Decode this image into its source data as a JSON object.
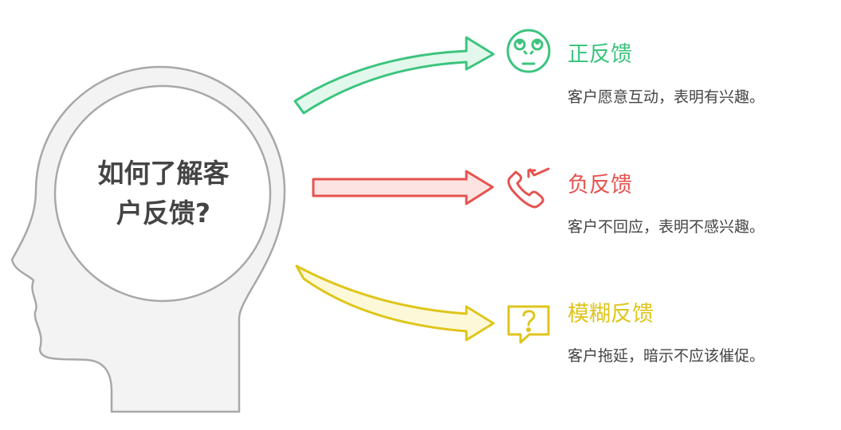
{
  "title_line1": "如何了解客",
  "title_line2": "户反馈?",
  "colors": {
    "positive": "#3cc47e",
    "negative": "#e5534f",
    "vague": "#dfc51c",
    "head_fill": "#f3f3f3",
    "head_stroke": "#a8a8a8"
  },
  "items": [
    {
      "icon": "rolling-eyes-face-icon",
      "heading": "正反馈",
      "description": "客户愿意互动，表明有兴趣。"
    },
    {
      "icon": "missed-call-phone-icon",
      "heading": "负反馈",
      "description": "客户不回应，表明不感兴趣。"
    },
    {
      "icon": "question-speech-bubble-icon",
      "heading": "模糊反馈",
      "description": "客户拖延，暗示不应该催促。"
    }
  ]
}
